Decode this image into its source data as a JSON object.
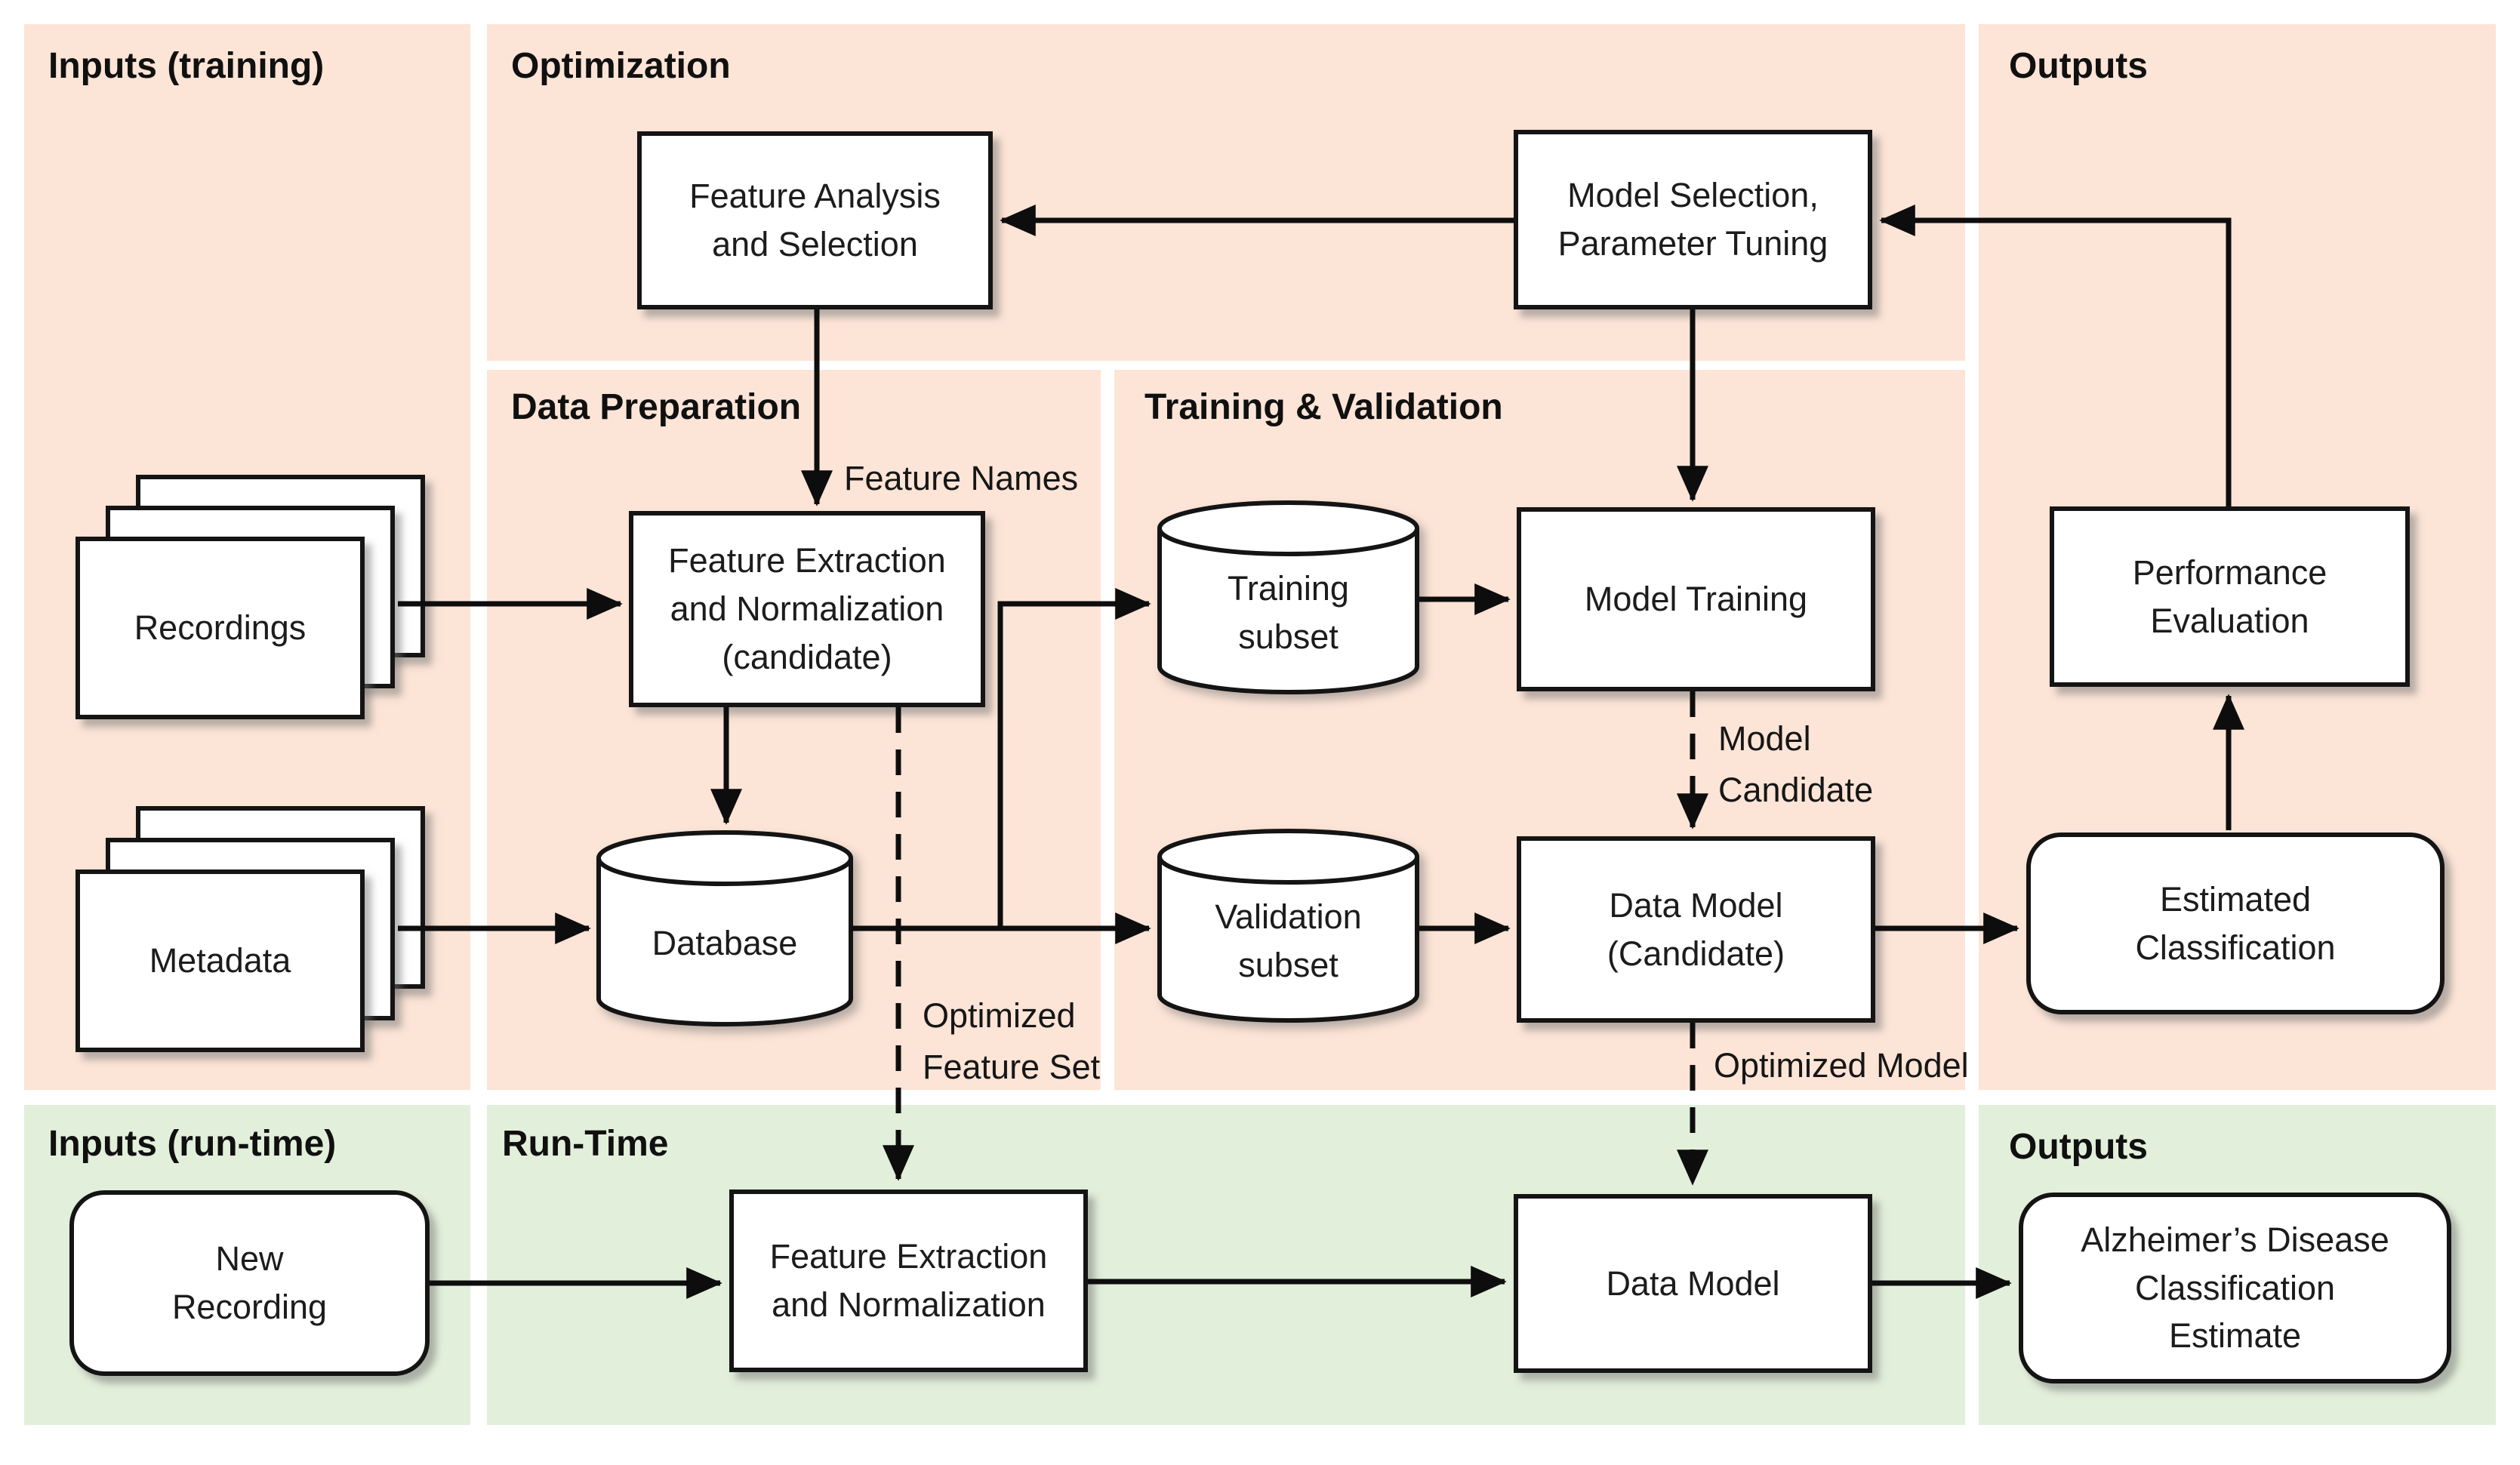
{
  "title": "Alzheimer's Disease classification pipeline diagram",
  "colors": {
    "panel_training_bg": "#fce4d6",
    "panel_runtime_bg": "#e2efda",
    "box_fill": "#ffffff",
    "box_border": "#141414",
    "arrow_line": "#0d0d0d"
  },
  "sections": {
    "inputs_training": "Inputs (training)",
    "optimization": "Optimization",
    "outputs_training": "Outputs",
    "data_preparation": "Data Preparation",
    "training_validation": "Training & Validation",
    "inputs_runtime": "Inputs (run-time)",
    "run_time": "Run-Time",
    "outputs_runtime": "Outputs"
  },
  "nodes": {
    "feature_analysis": "Feature Analysis\nand Selection",
    "model_selection": "Model Selection,\nParameter Tuning",
    "recordings": "Recordings",
    "metadata": "Metadata",
    "feature_extraction_candidate": "Feature Extraction\nand Normalization\n(candidate)",
    "database": "Database",
    "training_subset": "Training\nsubset",
    "model_training": "Model Training",
    "validation_subset": "Validation\nsubset",
    "data_model_candidate": "Data Model\n(Candidate)",
    "performance_evaluation": "Performance\nEvaluation",
    "estimated_classification": "Estimated\nClassification",
    "new_recording": "New\nRecording",
    "feature_extraction_runtime": "Feature Extraction\nand Normalization",
    "data_model_runtime": "Data Model",
    "ad_estimate": "Alzheimer’s Disease\nClassification\nEstimate"
  },
  "edge_labels": {
    "feature_names": "Feature Names",
    "model_candidate": "Model\nCandidate",
    "optimized_feature_set": "Optimized\nFeature Set",
    "optimized_model": "Optimized Model"
  }
}
